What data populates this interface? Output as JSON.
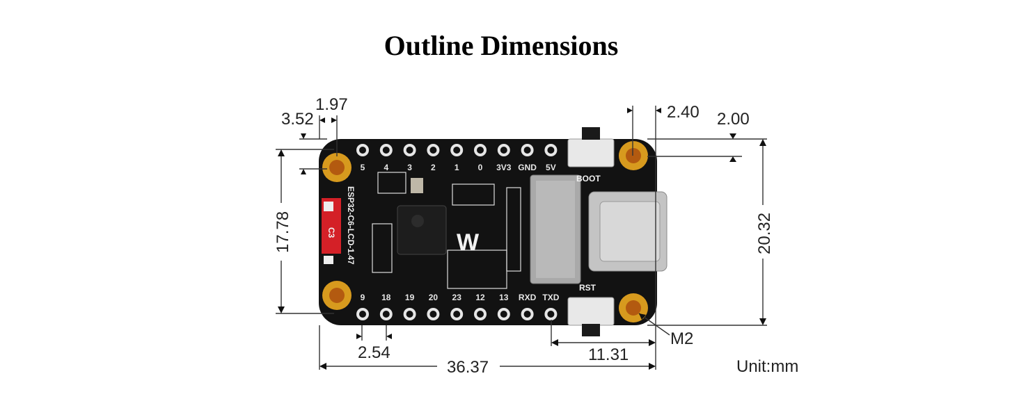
{
  "title": "Outline Dimensions",
  "unit_label": "Unit:mm",
  "dimensions": {
    "top_left_a": "3.52",
    "top_left_b": "1.97",
    "top_right_a": "2.40",
    "top_right_b": "2.00",
    "height_left": "17.78",
    "height_right": "20.32",
    "pitch": "2.54",
    "right_span": "11.31",
    "total_length": "36.37",
    "hole": "M2"
  },
  "board": {
    "silkscreen": "ESP32-C6-LCD-1.47",
    "chip_label": "C3",
    "button_top": "BOOT",
    "button_bottom": "RST",
    "top_pins": [
      "5",
      "4",
      "3",
      "2",
      "1",
      "0",
      "3V3",
      "GND",
      "5V"
    ],
    "bottom_pins": [
      "9",
      "18",
      "19",
      "20",
      "23",
      "12",
      "13",
      "RXD",
      "TXD"
    ]
  },
  "colors": {
    "pcb": "#121212",
    "gold": "#d79a1e",
    "usb": "#c8c8c8",
    "red": "#d42027"
  }
}
